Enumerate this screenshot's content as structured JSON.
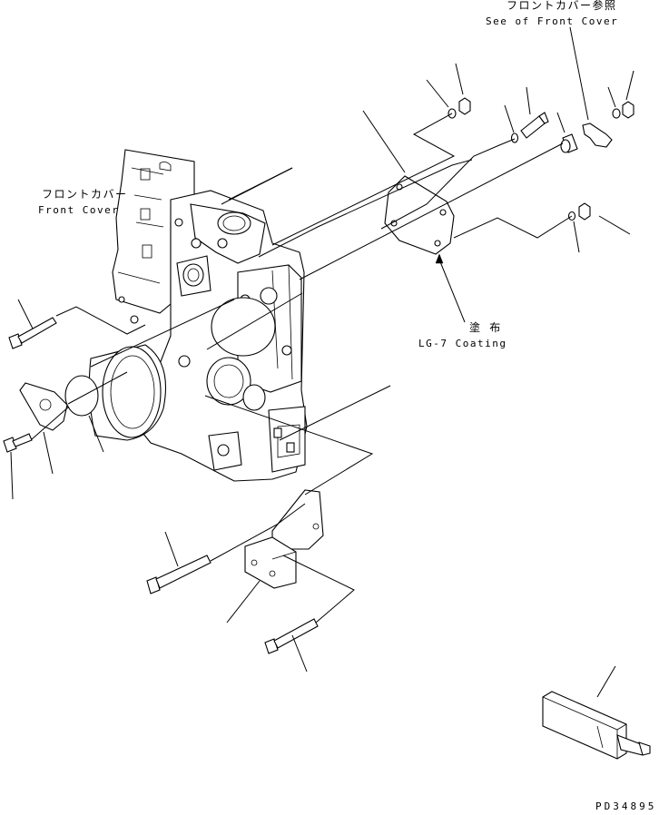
{
  "labels": {
    "see_front_cover_jp": "フロントカバー参照",
    "see_front_cover_en": "See of Front Cover",
    "front_cover_jp": "フロントカバー",
    "front_cover_en": "Front Cover",
    "coating_jp": "塗 布",
    "coating_en": "LG-7 Coating",
    "drawing_number": "PD34895"
  }
}
